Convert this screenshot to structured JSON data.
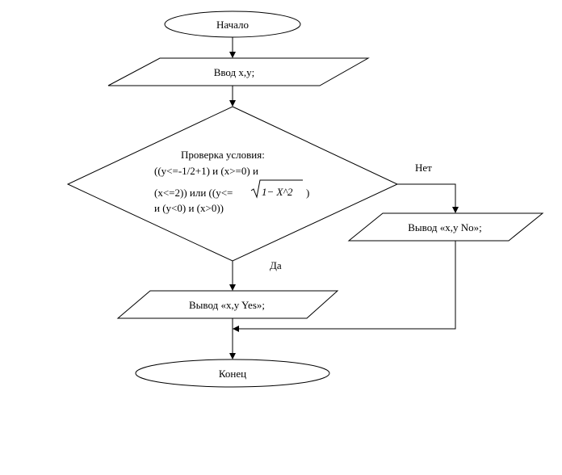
{
  "nodes": {
    "start": "Начало",
    "input": "Ввод x,y;",
    "condition": {
      "line1": "Проверка условия:",
      "line2": "((y<=-1/2+1) и (x>=0) и",
      "line3_a": "(x<=2)) или ((y<=",
      "sqrt_arg": "1− X^2",
      "line3_b": ")",
      "line4": "и (y<0) и (x>0))"
    },
    "output_yes": "Вывод «x,y Yes»;",
    "output_no": "Вывод «x,y No»;",
    "end": "Конец"
  },
  "edges": {
    "yes": "Да",
    "no": "Нет"
  }
}
